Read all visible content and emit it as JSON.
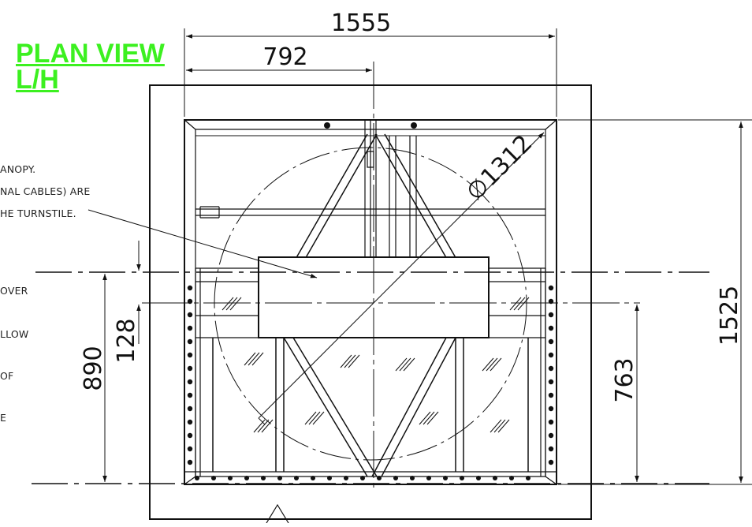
{
  "title": {
    "line1": "PLAN VIEW",
    "line2": "L/H"
  },
  "notes": [
    "ANOPY.",
    "NAL CABLES) ARE",
    "HE TURNSTILE.",
    "OVER",
    "LLOW",
    "OF",
    "E"
  ],
  "dimensions": {
    "overall_width": "1555",
    "half_width": "792",
    "diameter": "∅1312",
    "overall_depth": "1525",
    "left_depth": "890",
    "beam_width": "128",
    "right_depth": "763"
  },
  "colors": {
    "title": "#3cf020",
    "line": "#111111"
  }
}
